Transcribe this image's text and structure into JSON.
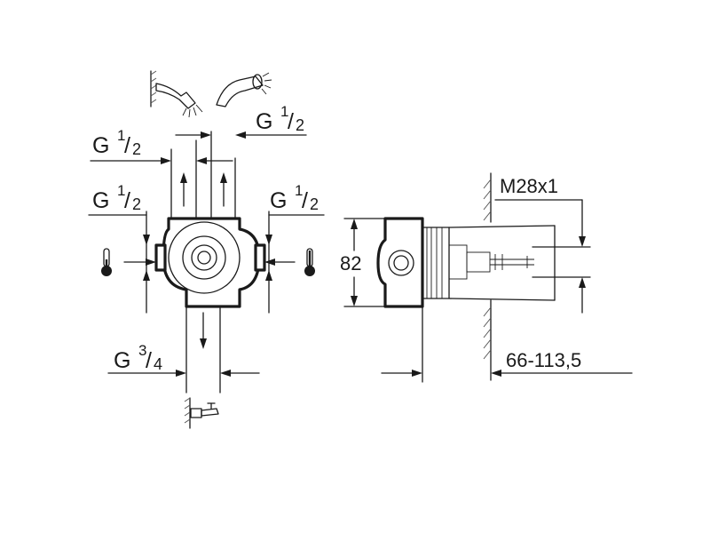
{
  "labels": {
    "top_right_thread": {
      "main": "G ",
      "num": "1",
      "slash": "/",
      "den": "2"
    },
    "top_left_thread": {
      "main": "G ",
      "num": "1",
      "slash": "/",
      "den": "2"
    },
    "left_inlet_thread": {
      "main": "G ",
      "num": "1",
      "slash": "/",
      "den": "2"
    },
    "right_inlet_thread": {
      "main": "G ",
      "num": "1",
      "slash": "/",
      "den": "2"
    },
    "bottom_outlet_thread": {
      "main": "G ",
      "num": "3",
      "slash": "/",
      "den": "4"
    },
    "height_dimension": "82",
    "thread_size": "M28x1",
    "depth_range": "66-113,5"
  },
  "icons": {
    "wall_shower_head": "wall-mounted-shower-head-icon",
    "hand_shower": "hand-shower-icon",
    "cold_thermometer": "cold-water-thermometer-icon",
    "hot_thermometer": "hot-water-thermometer-icon",
    "bath_spout": "bath-spout-icon"
  },
  "colors": {
    "line": "#1a1a1a",
    "background": "#ffffff"
  }
}
